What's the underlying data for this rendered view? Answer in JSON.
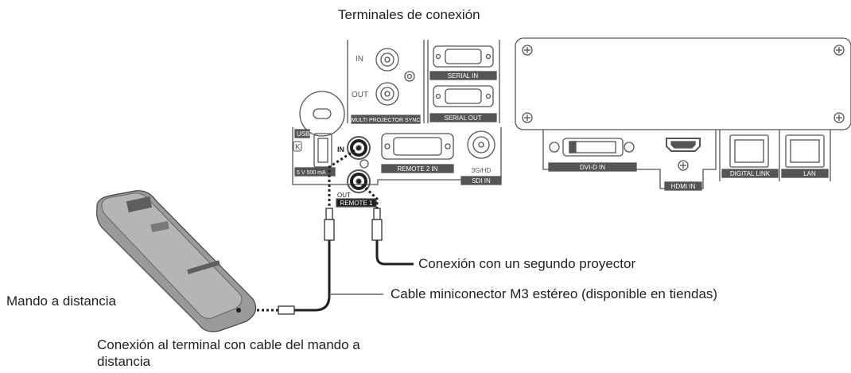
{
  "title": "Terminales de conexión",
  "callouts": {
    "second_projector": "Conexión con un segundo proyector",
    "cable": "Cable miniconector M3 estéreo (disponible en tiendas)",
    "remote": "Mando a distancia",
    "wired_terminal_line1": "Conexión al terminal con cable del mando a",
    "wired_terminal_line2": "distancia"
  },
  "panel_labels": {
    "in": "IN",
    "out": "OUT",
    "multi_projector_sync": "MULTI PROJECTOR SYNC",
    "serial_in": "SERIAL IN",
    "serial_out": "SERIAL OUT",
    "usb": "USB",
    "usb_power": "5 V  500 mA",
    "remote_in": "IN",
    "remote_out": "OUT",
    "remote_1": "REMOTE 1",
    "remote_2_in": "REMOTE 2 IN",
    "sdi_format": "3G/HD",
    "sdi_in": "SDI IN",
    "dvi_d_in": "DVI-D IN",
    "hdmi_in": "HDMI IN",
    "digital_link": "DIGITAL LINK",
    "lan": "LAN"
  },
  "colors": {
    "outline": "#555555",
    "label_fill": "#231f20",
    "label_text": "#ffffff",
    "remote_body": "#9a9a9a",
    "remote_dark": "#5e5e5e",
    "cable": "#231f20"
  }
}
